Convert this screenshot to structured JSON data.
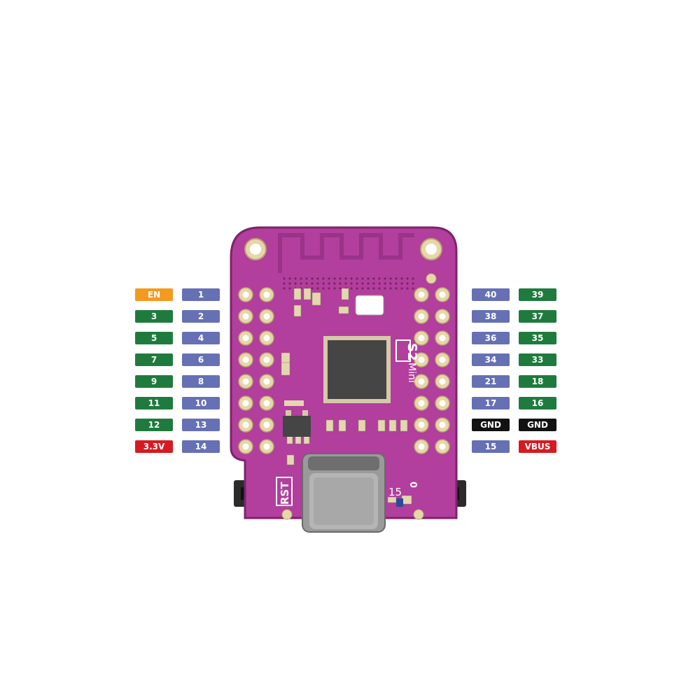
{
  "board": {
    "silkscreen_chip": "S2",
    "silkscreen_model": "Mini",
    "reset_label": "RST",
    "pin15_label": "15",
    "pin0_label": "0"
  },
  "left_pins": [
    {
      "outer": "EN",
      "outer_color": "orange",
      "inner": "1"
    },
    {
      "outer": "3",
      "outer_color": "green",
      "inner": "2"
    },
    {
      "outer": "5",
      "outer_color": "green",
      "inner": "4"
    },
    {
      "outer": "7",
      "outer_color": "green",
      "inner": "6"
    },
    {
      "outer": "9",
      "outer_color": "green",
      "inner": "8"
    },
    {
      "outer": "11",
      "outer_color": "green",
      "inner": "10"
    },
    {
      "outer": "12",
      "outer_color": "green",
      "inner": "13"
    },
    {
      "outer": "3.3V",
      "outer_color": "red",
      "inner": "14"
    }
  ],
  "right_pins": [
    {
      "inner": "40",
      "inner_color": "purple",
      "outer": "39",
      "outer_color": "green"
    },
    {
      "inner": "38",
      "inner_color": "purple",
      "outer": "37",
      "outer_color": "green"
    },
    {
      "inner": "36",
      "inner_color": "purple",
      "outer": "35",
      "outer_color": "green"
    },
    {
      "inner": "34",
      "inner_color": "purple",
      "outer": "33",
      "outer_color": "green"
    },
    {
      "inner": "21",
      "inner_color": "purple",
      "outer": "18",
      "outer_color": "green"
    },
    {
      "inner": "17",
      "inner_color": "purple",
      "outer": "16",
      "outer_color": "green"
    },
    {
      "inner": "GND",
      "inner_color": "black",
      "outer": "GND",
      "outer_color": "black"
    },
    {
      "inner": "15",
      "inner_color": "purple",
      "outer": "VBUS",
      "outer_color": "red"
    }
  ],
  "colors": {
    "pcb": "#b23e9d",
    "pcb_dark": "#8e2a7c",
    "orange": "#f39a1f",
    "green": "#1f7b3d",
    "purple": "#6670b4",
    "red": "#d71a21",
    "black": "#121212"
  }
}
